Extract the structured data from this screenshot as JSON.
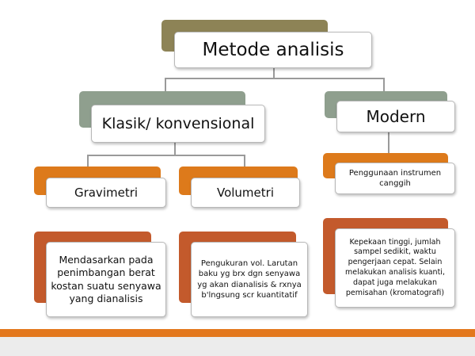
{
  "colors": {
    "root_tab": "#8d8356",
    "level1_tab": "#8f9f8e",
    "level2_tab": "#dd7a1b",
    "level3_tab": "#c35a2c",
    "bottom_bar": "#e3781d"
  },
  "root": {
    "label": "Metode analisis"
  },
  "klasik": {
    "label": "Klasik/ konvensional",
    "gravimetri": {
      "label": "Gravimetri",
      "description": "Mendasarkan pada penimbangan berat kostan suatu senyawa yang dianalisis"
    },
    "volumetri": {
      "label": "Volumetri",
      "description": "Pengukuran vol. Larutan baku yg brx dgn senyawa yg akan dianalisis & rxnya b'lngsung scr kuantitatif"
    }
  },
  "modern": {
    "label": "Modern",
    "instrumen": {
      "label": "Penggunaan instrumen canggih"
    },
    "description": "Kepekaan tinggi, jumlah sampel sedikit, waktu pengerjaan cepat. Selain melakukan analisis kuanti, dapat juga melakukan pemisahan (kromatografi)"
  }
}
